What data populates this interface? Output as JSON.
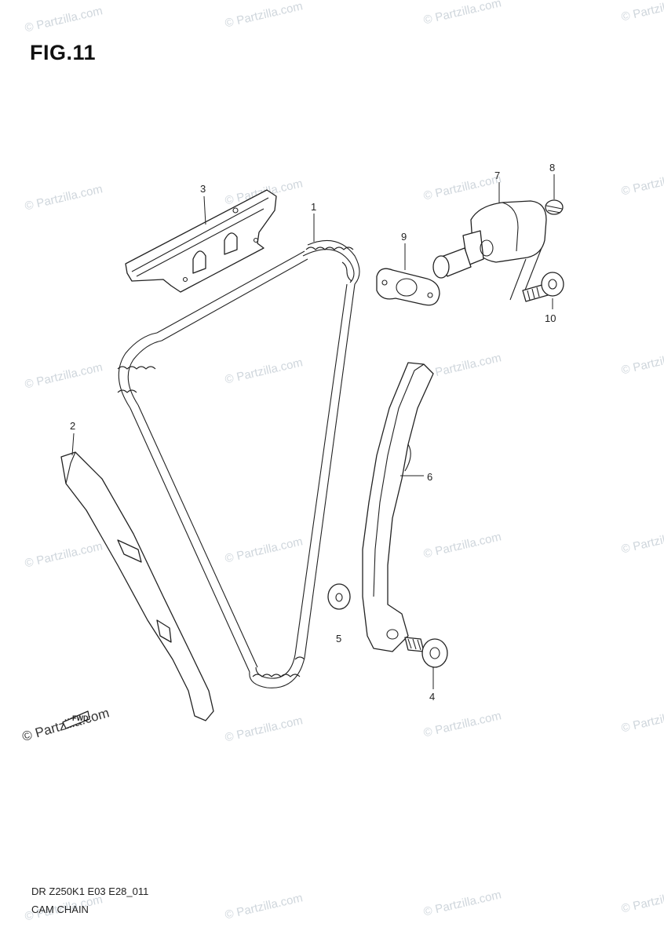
{
  "figure": {
    "title": "FIG.11",
    "model_code": "DR Z250K1 E03 E28_011",
    "section_name": "CAM CHAIN"
  },
  "watermark": {
    "text": "© Partzilla.com"
  },
  "callouts": [
    {
      "id": "1",
      "label": "1"
    },
    {
      "id": "2",
      "label": "2"
    },
    {
      "id": "3",
      "label": "3"
    },
    {
      "id": "4",
      "label": "4"
    },
    {
      "id": "5",
      "label": "5"
    },
    {
      "id": "6",
      "label": "6"
    },
    {
      "id": "7",
      "label": "7"
    },
    {
      "id": "8",
      "label": "8"
    },
    {
      "id": "9",
      "label": "9"
    },
    {
      "id": "10",
      "label": "10"
    }
  ],
  "direction_marker": "FWD"
}
